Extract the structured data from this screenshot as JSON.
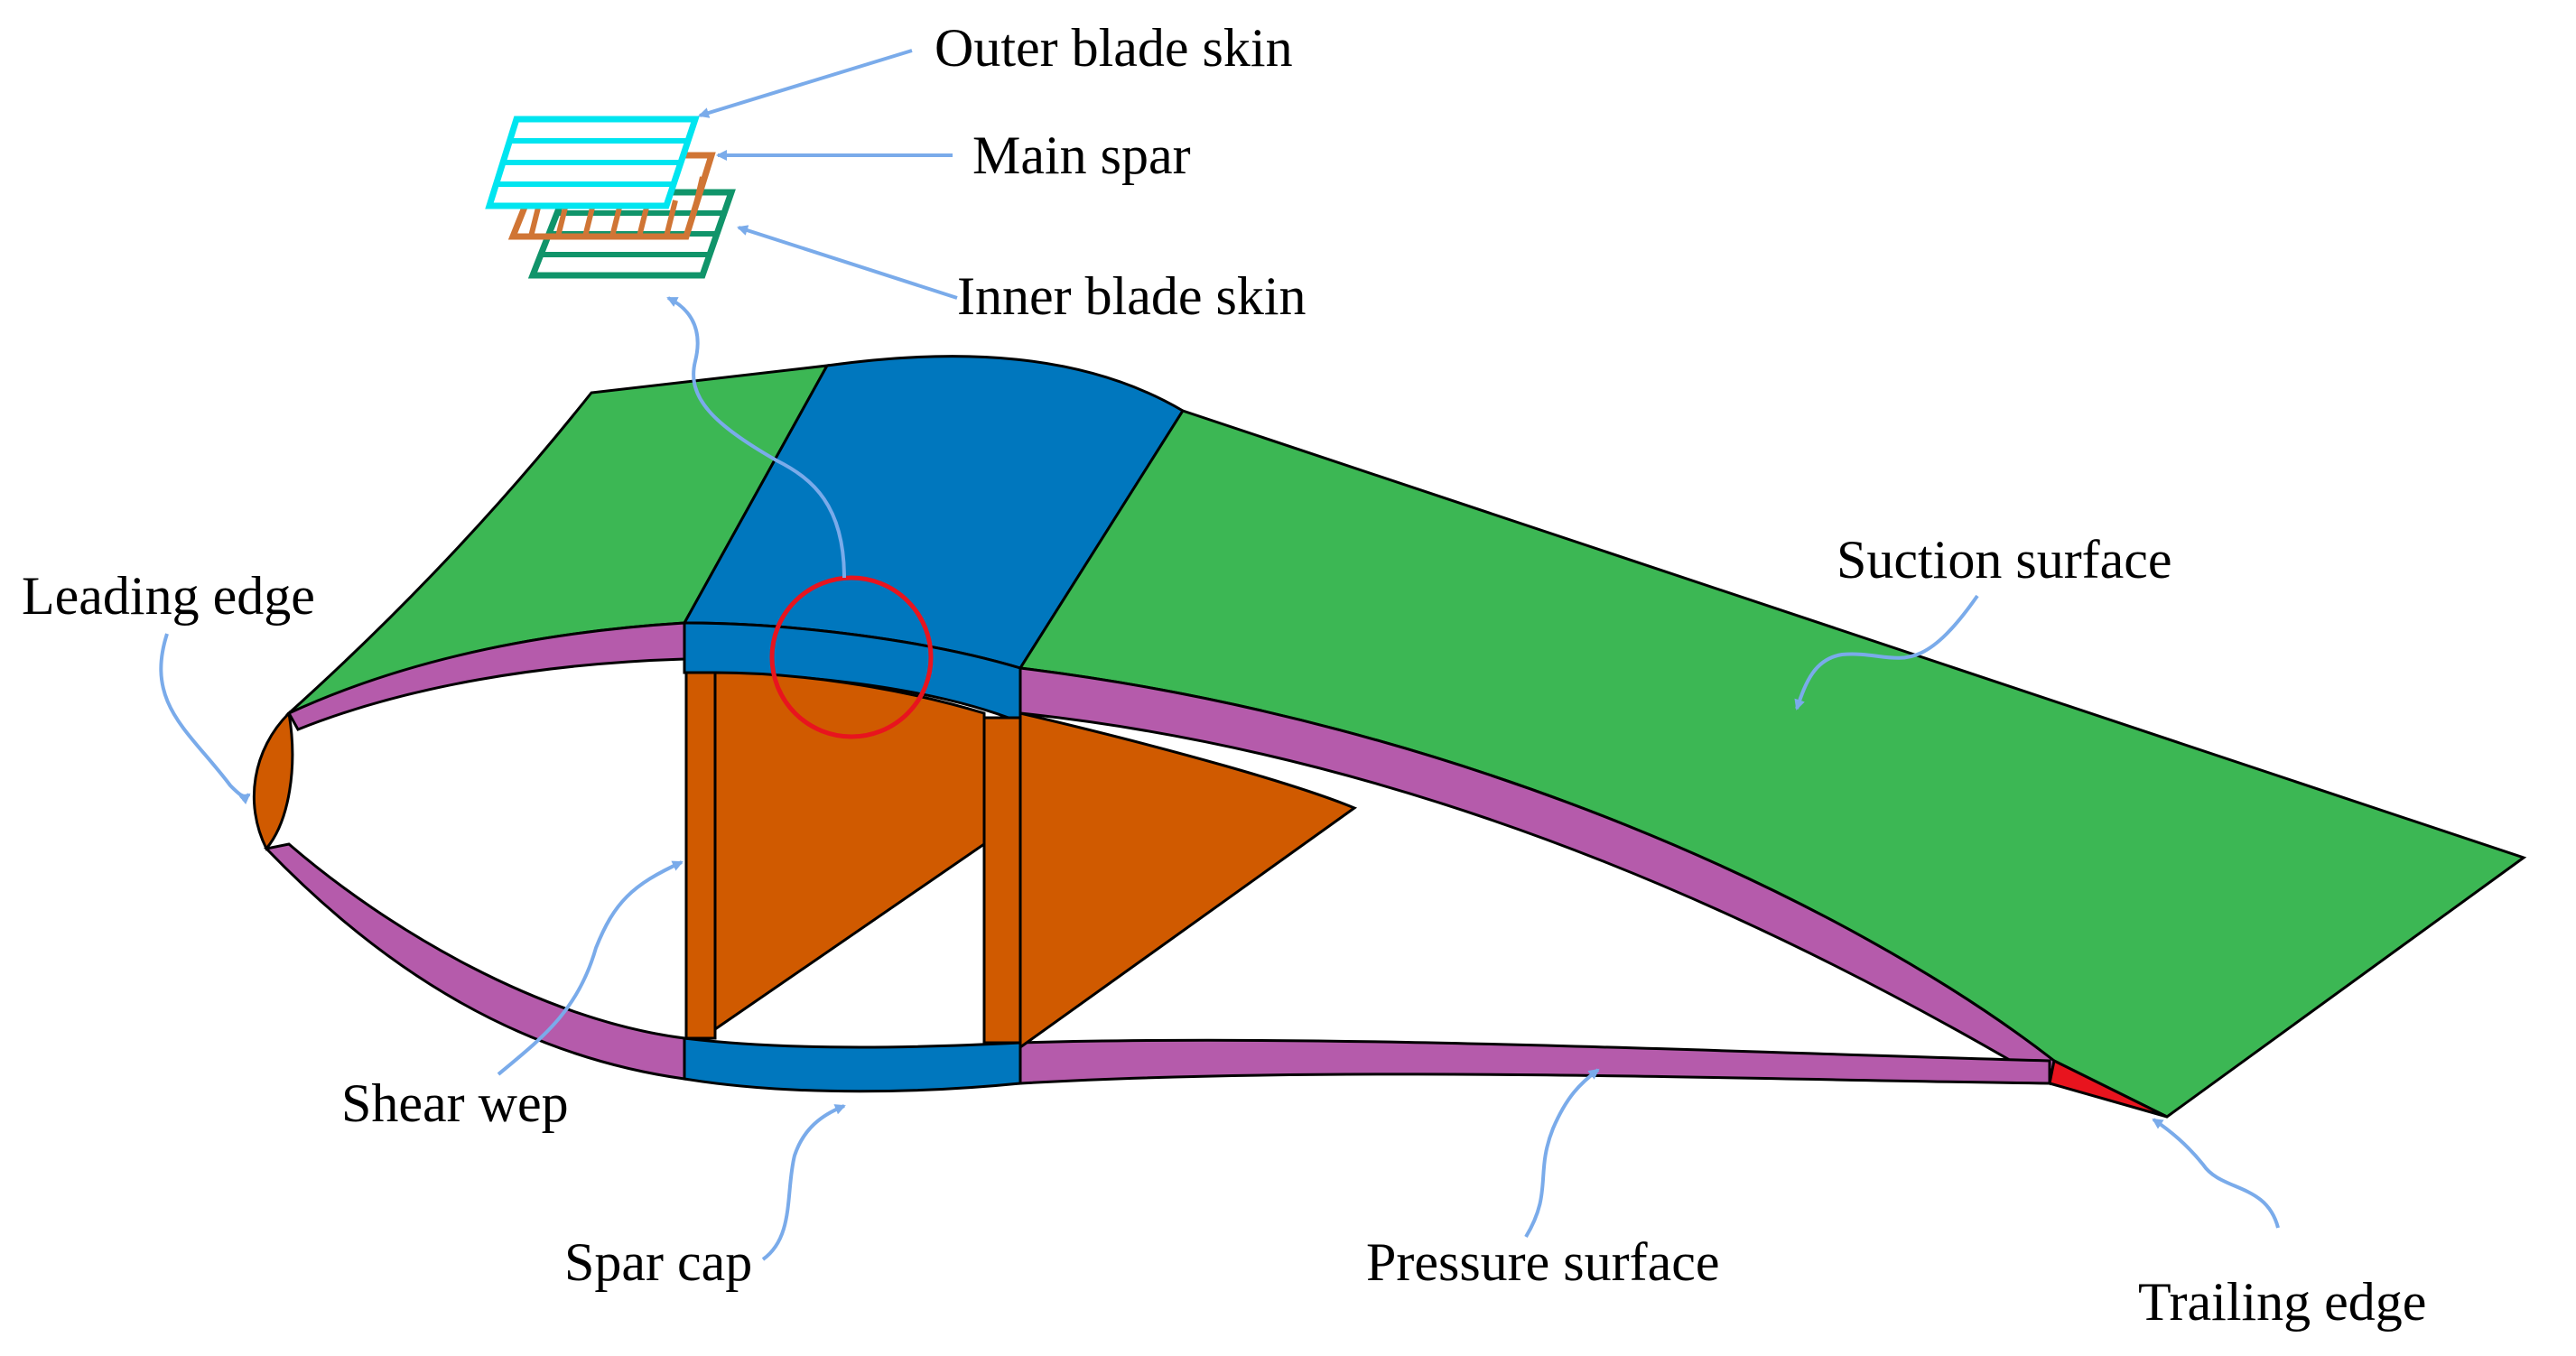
{
  "labels": {
    "outer_blade_skin": "Outer blade skin",
    "main_spar": "Main spar",
    "inner_blade_skin": "Inner blade skin",
    "leading_edge": "Leading edge",
    "suction_surface": "Suction surface",
    "shear_web": "Shear wep",
    "spar_cap": "Spar cap",
    "pressure_surface": "Pressure surface",
    "trailing_edge": "Trailing edge"
  },
  "colors": {
    "suction_skin": "#3cb754",
    "spar_cap": "#0077be",
    "shear_web": "#d05a00",
    "shell_section": "#b55bab",
    "trailing_edge": "#e8141e",
    "leader_line": "#7aabea",
    "highlight_circle": "#e8141e",
    "outer_skin_layer": "#00e5f0",
    "main_spar_layer": "#d07535",
    "inner_skin_layer": "#10946a",
    "outline": "#000000"
  }
}
